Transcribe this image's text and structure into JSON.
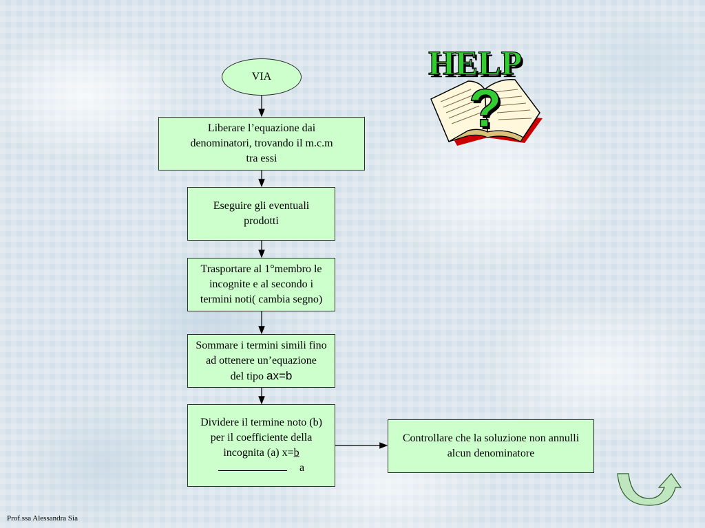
{
  "flowchart": {
    "start_label": "VIA",
    "step1_lines": [
      "Liberare l’equazione dai",
      "denominatori, trovando il m.c.m",
      "tra essi"
    ],
    "step2_lines": [
      "Eseguire gli eventuali",
      "prodotti"
    ],
    "step3_lines": [
      "Trasportare al 1°membro le",
      "incognite e al secondo i",
      "termini noti( cambia segno)"
    ],
    "step4_lines": [
      "Sommare i termini simili fino",
      "ad ottenere un’equazione",
      "del tipo "
    ],
    "step4_formula": "ax=b",
    "step5_lines": [
      "Dividere il termine noto (b)",
      "per il coefficiente della",
      "incognita (a)   x="
    ],
    "step5_numerator": "b",
    "step5_denominator": "a",
    "check_lines": [
      "Controllare che la soluzione non annulli",
      "alcun  denominatore"
    ]
  },
  "help": {
    "label": "HELP",
    "symbol": "?"
  },
  "footer": {
    "author": "Prof.ssa Alessandra Sia"
  },
  "colors": {
    "box_fill": "#ccffcc",
    "help_text": "#33cc33",
    "question_mark": "#33cc33",
    "return_arrow": "#bfe6bf"
  }
}
